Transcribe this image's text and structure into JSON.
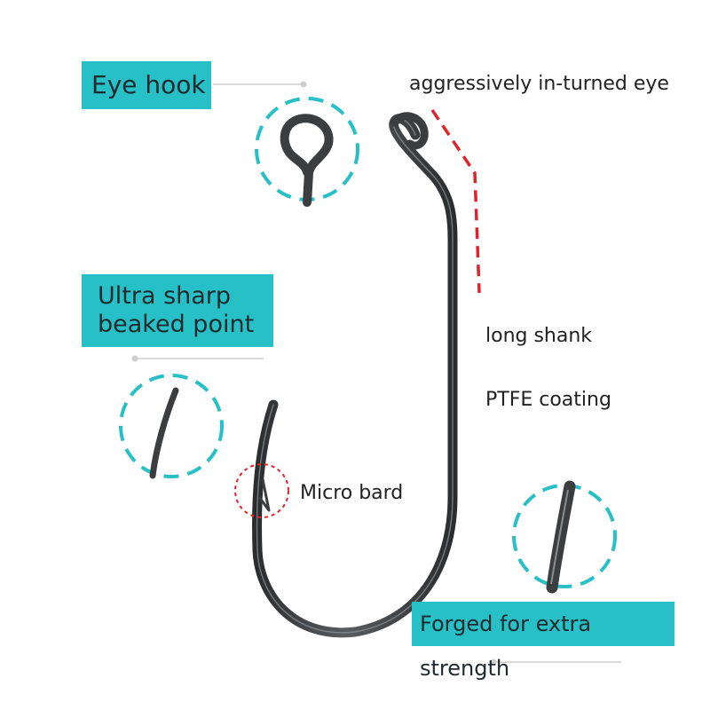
{
  "labels": {
    "eye_hook": "Eye hook",
    "beaked_point_line1": "Ultra sharp",
    "beaked_point_line2": "beaked point",
    "forged": "Forged for extra strength",
    "in_turned_eye": "aggressively in-turned eye",
    "long_shank": "long shank",
    "ptfe": "PTFE coating",
    "micro_bard": "Micro bard"
  },
  "colors": {
    "accent": "#27c0c6",
    "callout_red": "#e0242b",
    "hook_metal": "#3b3d3f",
    "text": "#222222"
  },
  "icons": {
    "hook": "fishing-hook-icon",
    "eye_detail": "hook-eye-closeup-icon",
    "point_detail": "hook-point-closeup-icon",
    "bend_detail": "hook-bend-closeup-icon"
  }
}
